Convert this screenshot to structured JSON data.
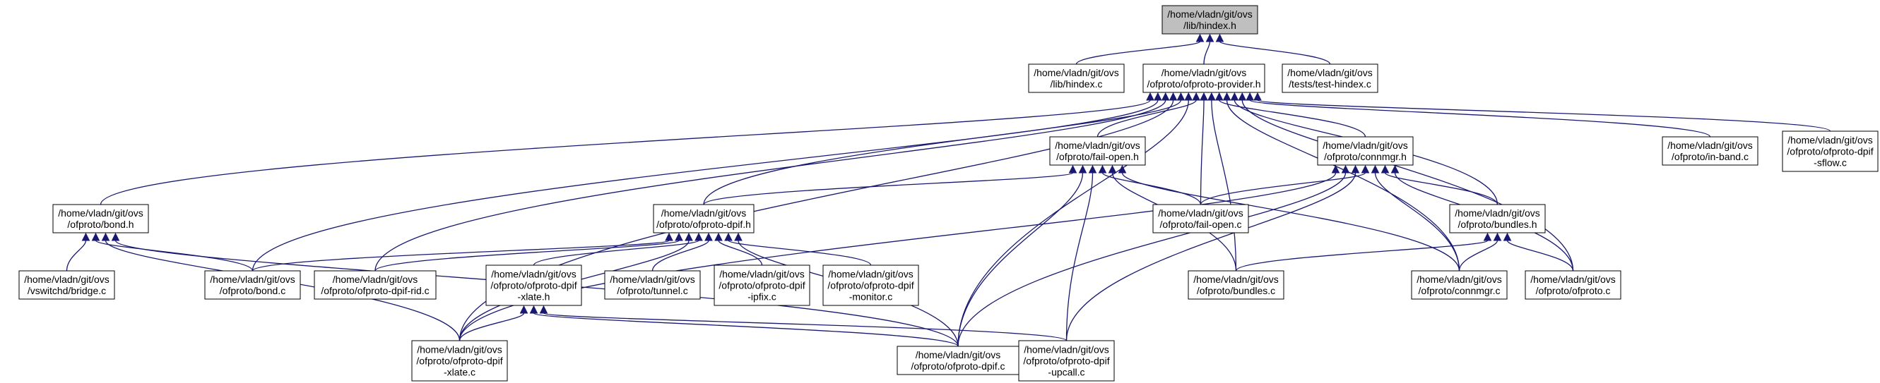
{
  "colors": {
    "root_fill": "#bfbfbf",
    "node_fill": "#ffffff",
    "edge": "#191970",
    "border": "#000000"
  },
  "nodes": [
    {
      "id": "root",
      "lines": [
        "/home/vladn/git/ovs",
        "/lib/hindex.h"
      ],
      "root": true
    },
    {
      "id": "lib_hindex_c",
      "lines": [
        "/home/vladn/git/ovs",
        "/lib/hindex.c"
      ]
    },
    {
      "id": "ofproto_provider_h",
      "lines": [
        "/home/vladn/git/ovs",
        "/ofproto/ofproto-provider.h"
      ]
    },
    {
      "id": "test_hindex_c",
      "lines": [
        "/home/vladn/git/ovs",
        "/tests/test-hindex.c"
      ]
    },
    {
      "id": "fail_open_h",
      "lines": [
        "/home/vladn/git/ovs",
        "/ofproto/fail-open.h"
      ]
    },
    {
      "id": "connmgr_h",
      "lines": [
        "/home/vladn/git/ovs",
        "/ofproto/connmgr.h"
      ]
    },
    {
      "id": "in_band_c",
      "lines": [
        "/home/vladn/git/ovs",
        "/ofproto/in-band.c"
      ]
    },
    {
      "id": "sflow_c",
      "lines": [
        "/home/vladn/git/ovs",
        "/ofproto/ofproto-dpif",
        "-sflow.c"
      ]
    },
    {
      "id": "bond_h",
      "lines": [
        "/home/vladn/git/ovs",
        "/ofproto/bond.h"
      ]
    },
    {
      "id": "ofproto_dpif_h",
      "lines": [
        "/home/vladn/git/ovs",
        "/ofproto/ofproto-dpif.h"
      ]
    },
    {
      "id": "fail_open_c",
      "lines": [
        "/home/vladn/git/ovs",
        "/ofproto/fail-open.c"
      ]
    },
    {
      "id": "bundles_h",
      "lines": [
        "/home/vladn/git/ovs",
        "/ofproto/bundles.h"
      ]
    },
    {
      "id": "bridge_c",
      "lines": [
        "/home/vladn/git/ovs",
        "/vswitchd/bridge.c"
      ]
    },
    {
      "id": "bond_c",
      "lines": [
        "/home/vladn/git/ovs",
        "/ofproto/bond.c"
      ]
    },
    {
      "id": "rid_c",
      "lines": [
        "/home/vladn/git/ovs",
        "/ofproto/ofproto-dpif-rid.c"
      ]
    },
    {
      "id": "xlate_h",
      "lines": [
        "/home/vladn/git/ovs",
        "/ofproto/ofproto-dpif",
        "-xlate.h"
      ]
    },
    {
      "id": "tunnel_c",
      "lines": [
        "/home/vladn/git/ovs",
        "/ofproto/tunnel.c"
      ]
    },
    {
      "id": "ipfix_c",
      "lines": [
        "/home/vladn/git/ovs",
        "/ofproto/ofproto-dpif",
        "-ipfix.c"
      ]
    },
    {
      "id": "monitor_c",
      "lines": [
        "/home/vladn/git/ovs",
        "/ofproto/ofproto-dpif",
        "-monitor.c"
      ]
    },
    {
      "id": "bundles_c",
      "lines": [
        "/home/vladn/git/ovs",
        "/ofproto/bundles.c"
      ]
    },
    {
      "id": "connmgr_c",
      "lines": [
        "/home/vladn/git/ovs",
        "/ofproto/connmgr.c"
      ]
    },
    {
      "id": "ofproto_c",
      "lines": [
        "/home/vladn/git/ovs",
        "/ofproto/ofproto.c"
      ]
    },
    {
      "id": "xlate_c",
      "lines": [
        "/home/vladn/git/ovs",
        "/ofproto/ofproto-dpif",
        "-xlate.c"
      ]
    },
    {
      "id": "ofproto_dpif_c",
      "lines": [
        "/home/vladn/git/ovs",
        "/ofproto/ofproto-dpif.c"
      ]
    },
    {
      "id": "upcall_c",
      "lines": [
        "/home/vladn/git/ovs",
        "/ofproto/ofproto-dpif",
        "-upcall.c"
      ]
    }
  ],
  "edges": [
    [
      "lib_hindex_c",
      "root"
    ],
    [
      "ofproto_provider_h",
      "root"
    ],
    [
      "test_hindex_c",
      "root"
    ],
    [
      "fail_open_h",
      "ofproto_provider_h"
    ],
    [
      "connmgr_h",
      "ofproto_provider_h"
    ],
    [
      "in_band_c",
      "ofproto_provider_h"
    ],
    [
      "sflow_c",
      "ofproto_provider_h"
    ],
    [
      "bond_h",
      "ofproto_provider_h"
    ],
    [
      "ofproto_dpif_h",
      "ofproto_provider_h"
    ],
    [
      "fail_open_c",
      "ofproto_provider_h"
    ],
    [
      "bundles_h",
      "ofproto_provider_h"
    ],
    [
      "bond_c",
      "ofproto_provider_h"
    ],
    [
      "rid_c",
      "ofproto_provider_h"
    ],
    [
      "bundles_c",
      "ofproto_provider_h"
    ],
    [
      "connmgr_c",
      "ofproto_provider_h"
    ],
    [
      "ofproto_c",
      "ofproto_provider_h"
    ],
    [
      "xlate_c",
      "ofproto_provider_h"
    ],
    [
      "ofproto_dpif_c",
      "ofproto_provider_h"
    ],
    [
      "ofproto_dpif_h",
      "fail_open_h"
    ],
    [
      "fail_open_c",
      "fail_open_h"
    ],
    [
      "bundles_c",
      "fail_open_h"
    ],
    [
      "connmgr_c",
      "fail_open_h"
    ],
    [
      "ofproto_dpif_c",
      "fail_open_h"
    ],
    [
      "upcall_c",
      "fail_open_h"
    ],
    [
      "fail_open_c",
      "connmgr_h"
    ],
    [
      "bundles_h",
      "connmgr_h"
    ],
    [
      "connmgr_c",
      "connmgr_h"
    ],
    [
      "ofproto_c",
      "connmgr_h"
    ],
    [
      "xlate_c",
      "connmgr_h"
    ],
    [
      "ofproto_dpif_c",
      "connmgr_h"
    ],
    [
      "upcall_c",
      "connmgr_h"
    ],
    [
      "bridge_c",
      "bond_h"
    ],
    [
      "bond_c",
      "bond_h"
    ],
    [
      "xlate_c",
      "bond_h"
    ],
    [
      "ofproto_dpif_c",
      "bond_h"
    ],
    [
      "bond_c",
      "ofproto_dpif_h"
    ],
    [
      "rid_c",
      "ofproto_dpif_h"
    ],
    [
      "xlate_h",
      "ofproto_dpif_h"
    ],
    [
      "tunnel_c",
      "ofproto_dpif_h"
    ],
    [
      "ipfix_c",
      "ofproto_dpif_h"
    ],
    [
      "monitor_c",
      "ofproto_dpif_h"
    ],
    [
      "xlate_c",
      "ofproto_dpif_h"
    ],
    [
      "ofproto_dpif_c",
      "ofproto_dpif_h"
    ],
    [
      "bundles_c",
      "bundles_h"
    ],
    [
      "connmgr_c",
      "bundles_h"
    ],
    [
      "ofproto_c",
      "bundles_h"
    ],
    [
      "xlate_c",
      "xlate_h"
    ],
    [
      "ofproto_dpif_c",
      "xlate_h"
    ],
    [
      "upcall_c",
      "xlate_h"
    ]
  ]
}
